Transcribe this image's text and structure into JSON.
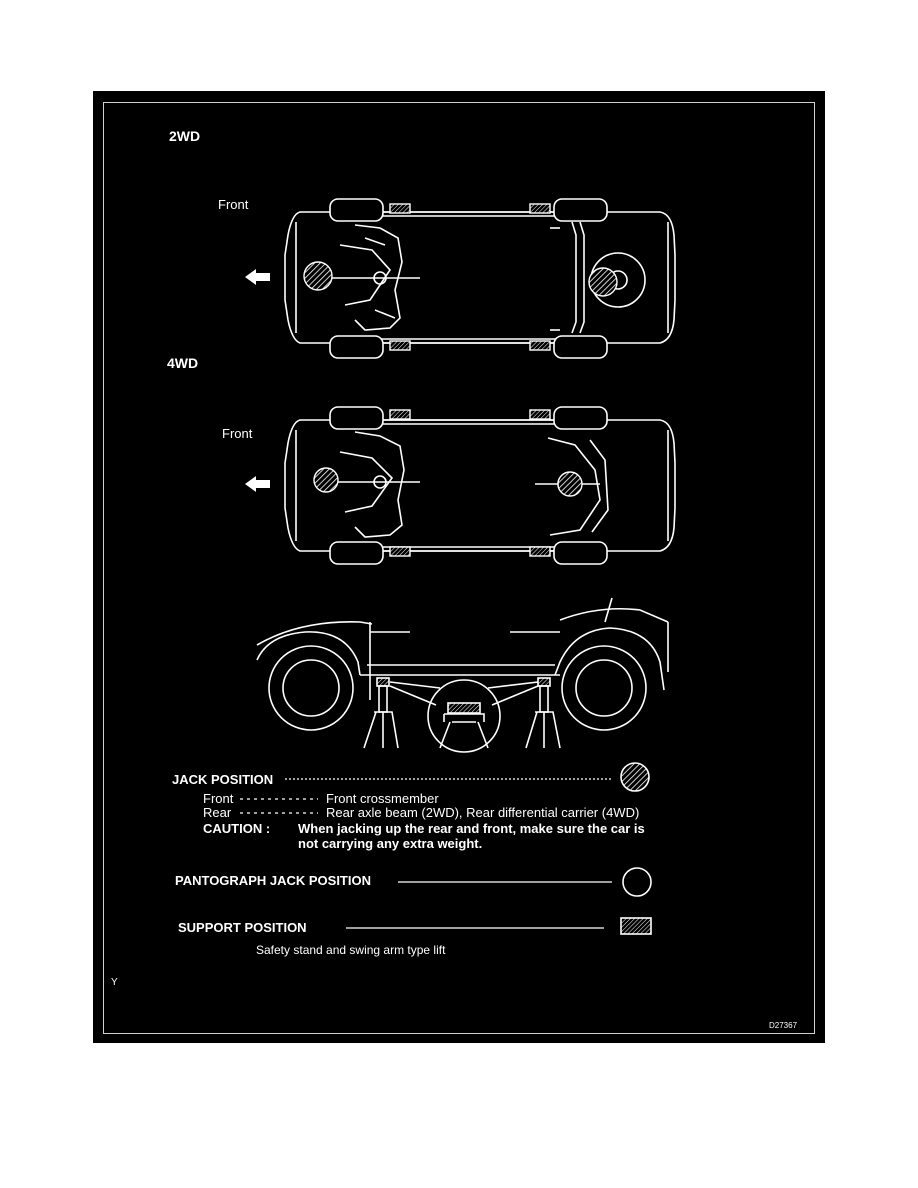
{
  "sections": {
    "two_wd": "2WD",
    "four_wd": "4WD",
    "front_label_1": "Front",
    "front_label_2": "Front"
  },
  "legend": {
    "jack_position": "JACK POSITION",
    "front": "Front",
    "front_desc": "Front crossmember",
    "rear": "Rear",
    "rear_desc": "Rear axle beam (2WD), Rear differential carrier (4WD)",
    "caution": "CAUTION :",
    "caution_line1": "When jacking up the rear and front, make sure the car is",
    "caution_line2": "not carrying any extra weight.",
    "pantograph": "PANTOGRAPH JACK POSITION",
    "support": "SUPPORT POSITION",
    "support_desc": "Safety stand and swing arm type lift"
  },
  "footer": {
    "corner_mark": "Y",
    "figure_code": "D27367"
  },
  "colors": {
    "background": "#000000",
    "linework": "#ffffff",
    "page": "#ffffff"
  }
}
